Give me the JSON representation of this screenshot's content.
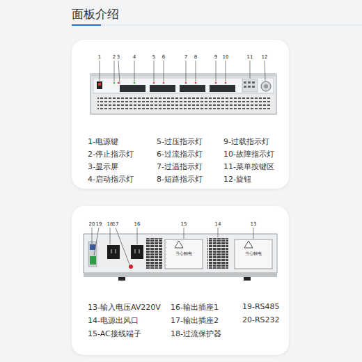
{
  "diagram": {
    "title": "面板介绍",
    "nodes": [
      {
        "text": [
          "1-电源键",
          "2-停止指示灯",
          "3-显示屏",
          "4-启动指示灯",
          "5-过压指示灯",
          "6-过流指示灯",
          "7-过温指示灯",
          "8-短路指示灯",
          "9-过载指示灯",
          "10-故障指示灯",
          "11-菜单按键区",
          "12-旋钮"
        ]
      },
      {
        "text": [
          "13-输入电压AV220V",
          "14-电源出风口",
          "15-AC接线端子",
          "16-输出插座1",
          "17-输出插座2",
          "18-过流保护器",
          "19-RS485",
          "20-RS232"
        ]
      }
    ],
    "labels": [
      "1",
      "2",
      "3",
      "4",
      "5",
      "6",
      "7",
      "8",
      "9",
      "10",
      "11",
      "12",
      "20",
      "19",
      "18",
      "17",
      "16",
      "15",
      "14",
      "13",
      "当心触电",
      "当心触电"
    ]
  }
}
